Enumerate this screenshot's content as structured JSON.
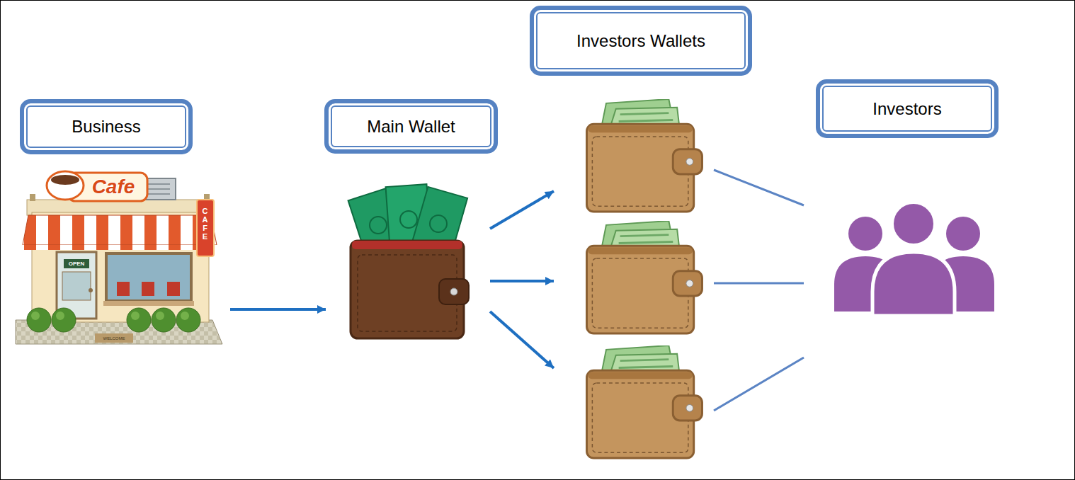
{
  "diagram": {
    "nodes": [
      {
        "text": [
          "Business"
        ]
      },
      {
        "text": [
          "Main Wallet"
        ]
      },
      {
        "text": [
          "Investors Wallets"
        ]
      },
      {
        "text": [
          "Investors"
        ]
      }
    ],
    "edges": [
      {
        "from": 0,
        "to": 1,
        "arrow": "to"
      },
      {
        "from": 1,
        "to": 2,
        "arrow": "to"
      },
      {
        "from": 1,
        "to": 2,
        "arrow": "to"
      },
      {
        "from": 1,
        "to": 2,
        "arrow": "to"
      },
      {
        "from": 2,
        "to": 3,
        "arrow": "none"
      },
      {
        "from": 2,
        "to": 3,
        "arrow": "none"
      },
      {
        "from": 2,
        "to": 3,
        "arrow": "none"
      }
    ],
    "labels": [
      "Cafe",
      "CAFE",
      "OPEN",
      "WELCOME"
    ]
  }
}
